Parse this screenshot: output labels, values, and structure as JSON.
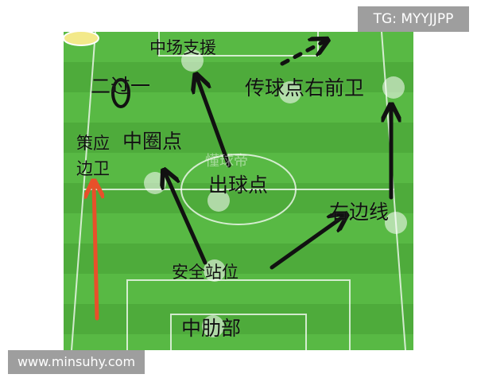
{
  "watermarks": {
    "telegram": "TG: MYYJJPP",
    "site": "www.minsuhy.com"
  },
  "faint_logo": "懂球帝",
  "labels": {
    "midfield_support": "中场支援",
    "two_past_one": "二过一",
    "pass_to_right_forward": "传球点右前卫",
    "strategy_line1": "策应",
    "strategy_line2": "边卫",
    "center_circle_point": "中圈点",
    "release_point": "出球点",
    "right_sideline": "右边线",
    "safe_position": "安全站位",
    "central_defense": "中肋部"
  },
  "colors": {
    "pitch_green": "#58b944",
    "pitch_stripe": "#4eab3b",
    "arrow_black": "#111111",
    "arrow_red": "#e8502a",
    "watermark_gray": "#9e9e9e"
  }
}
